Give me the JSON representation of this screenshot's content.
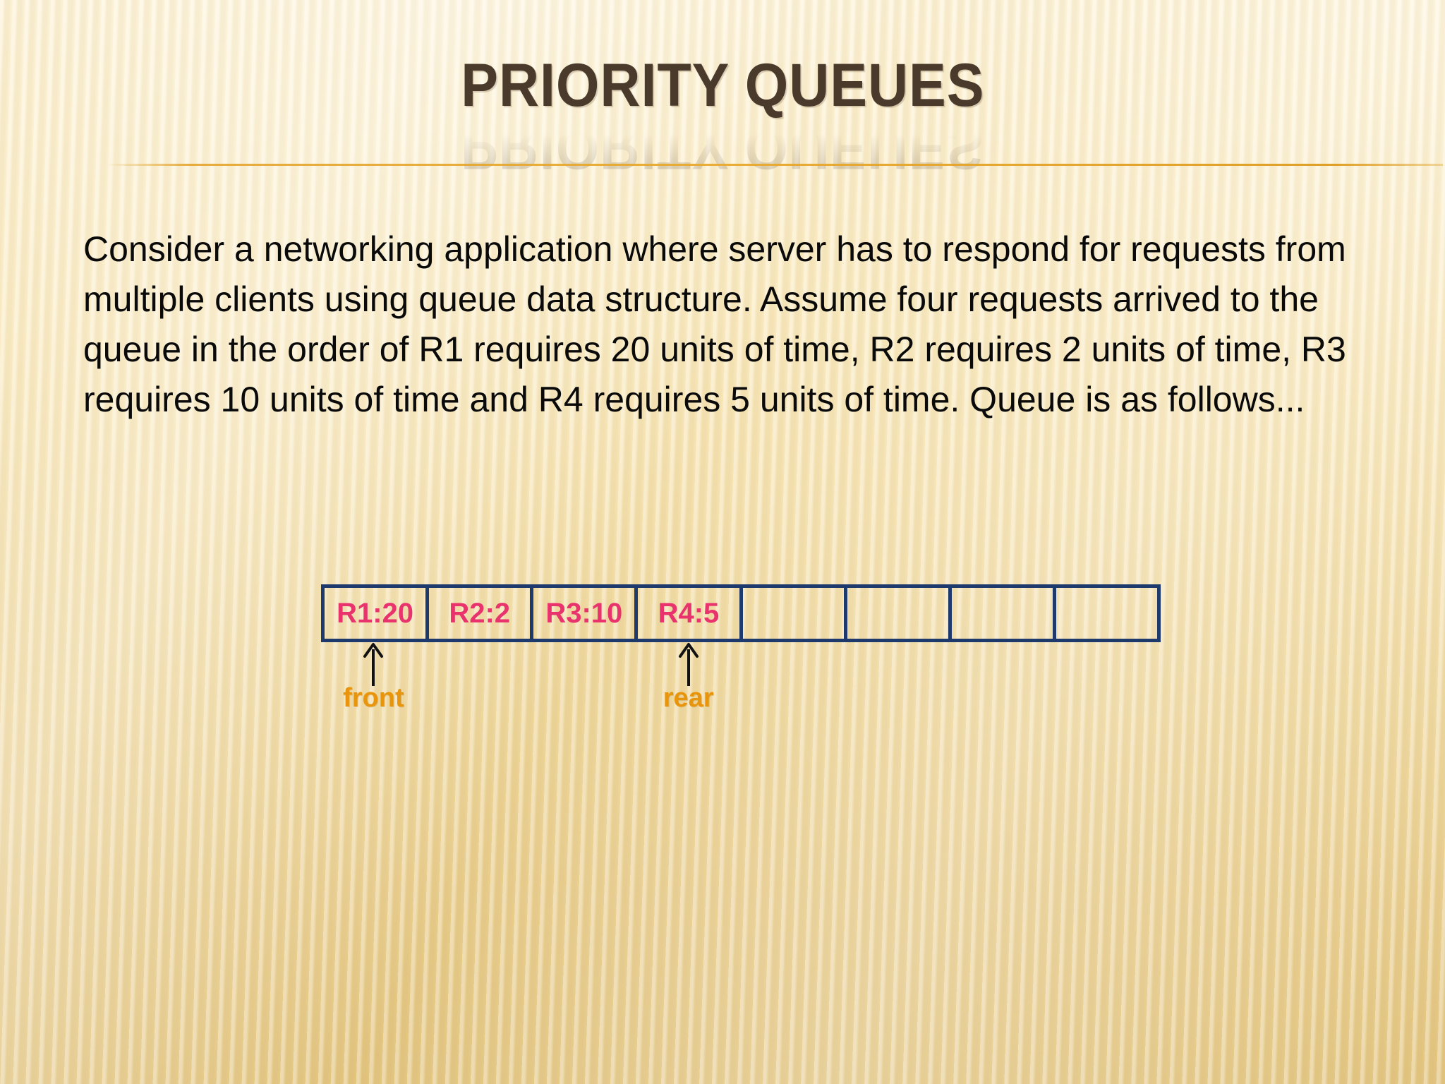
{
  "slide": {
    "title": "PRIORITY QUEUES",
    "body": "Consider a networking application where server has to respond for requests from multiple clients using queue data structure. Assume four requests arrived to the queue in the order of R1 requires 20 units of time, R2 requires 2 units of time, R3 requires 10 units of time and R4 requires 5 units of time. Queue is as follows...",
    "colors": {
      "title": "#4a3a2c",
      "rule": "#e2a024",
      "body_text": "#0a0a0a",
      "cell_border": "#1e3a6d",
      "cell_text": "#e8336d",
      "pointer_label": "#e8950c",
      "background_top": "#fdf3d8",
      "background_bottom": "#e3c57f"
    }
  },
  "diagram": {
    "name": "queue-array",
    "total_cells": 8,
    "cells": [
      {
        "label": "R1:20",
        "filled": true
      },
      {
        "label": "R2:2",
        "filled": true
      },
      {
        "label": "R3:10",
        "filled": true
      },
      {
        "label": "R4:5",
        "filled": true
      },
      {
        "label": "",
        "filled": false
      },
      {
        "label": "",
        "filled": false
      },
      {
        "label": "",
        "filled": false
      },
      {
        "label": "",
        "filled": false
      }
    ],
    "pointers": [
      {
        "name": "front",
        "label": "front",
        "cell_index": 0
      },
      {
        "name": "rear",
        "label": "rear",
        "cell_index": 3
      }
    ]
  }
}
